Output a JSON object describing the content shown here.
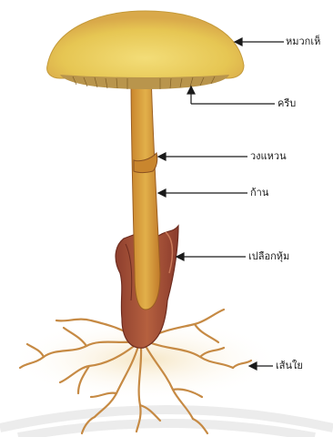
{
  "labels": {
    "cap": "หมวกเห็",
    "gills": "ครีบ",
    "ring": "วงแหวน",
    "stem": "ก้าน",
    "volva": "เปลือกหุ้ม",
    "mycelium": "เส้นใย"
  },
  "colors": {
    "cap": "#e8cc55",
    "gills": "#b9954c",
    "stem": "#d9a13b",
    "volva": "#a24f3a",
    "mycelium": "#c68a44",
    "leader": "#1a1a1a"
  }
}
